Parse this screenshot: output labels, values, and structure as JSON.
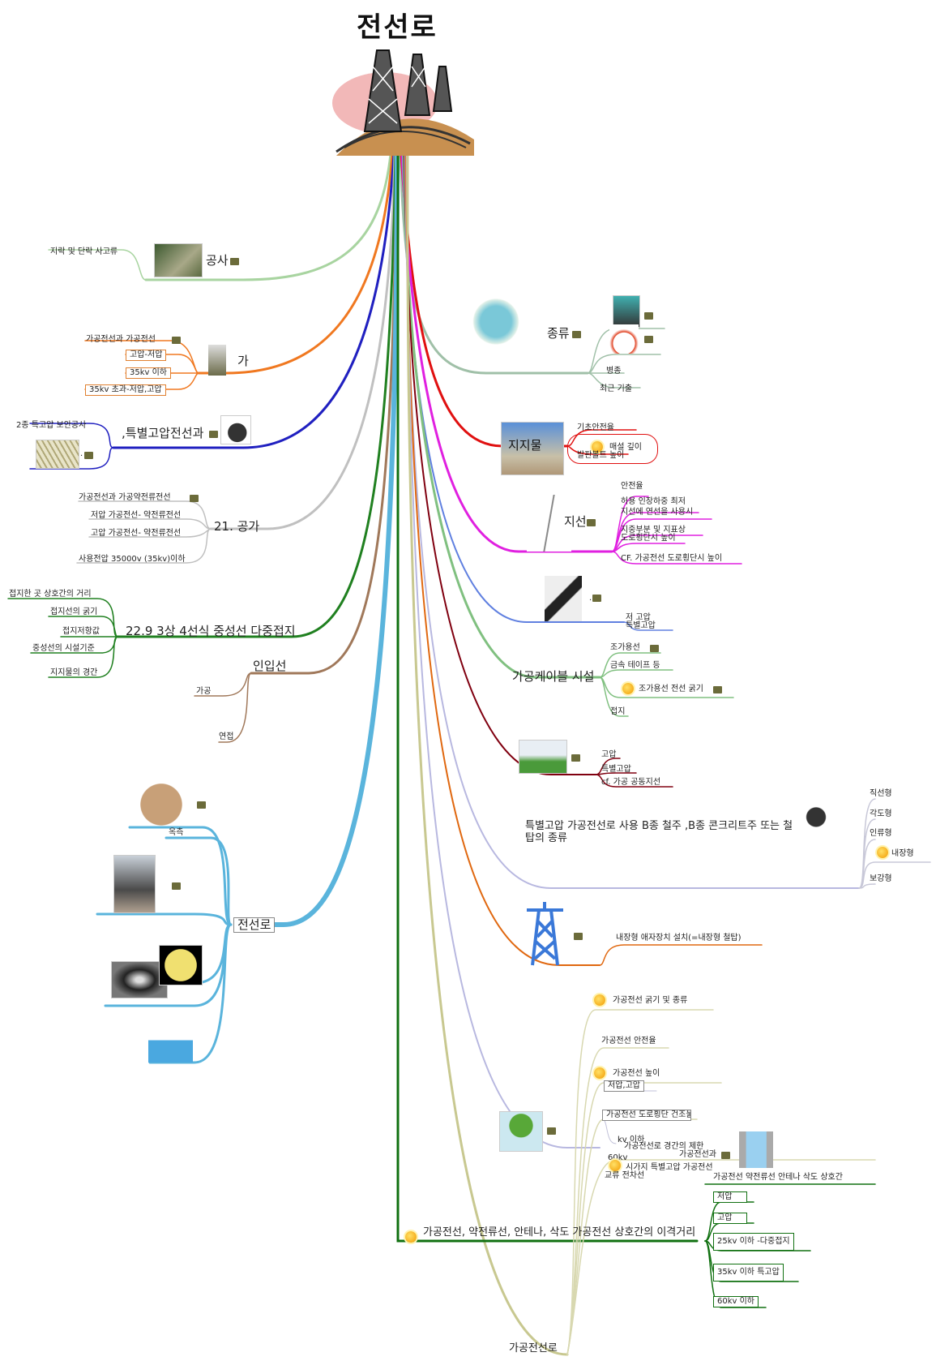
{
  "title": "전선로",
  "center_image": "transmission-towers-illustration",
  "colors": {
    "gongsa": "#a8d4a0",
    "ga": "#f07820",
    "teukbyeol": "#2020c0",
    "gongga": "#c0c0c0",
    "jungseongseon": "#208020",
    "inipseon": "#a0785a",
    "jeonseonro": "#5ab4dc",
    "jongryu": "#a0c0a8",
    "jijimul": "#e01010",
    "jiseon": "#e020e0",
    "jeogoap": "#6080e0",
    "cable": "#80c080",
    "dark": "#800010",
    "steel": "#b8b8e0",
    "tower": "#e06810",
    "gagong": "#c8c890",
    "dist": "#107010"
  },
  "left": {
    "gongsa": {
      "label": "공사",
      "children": [
        "지락 및 단락 사고류"
      ]
    },
    "ga": {
      "label": "가",
      "children": [
        "가공전선과 가공전선",
        "고압-저압",
        "35kv 이하",
        "35kv 초과-저압,고압"
      ]
    },
    "teukbyeol": {
      "label": ",특별고압전선과",
      "children": [
        "2종 특고압 보안공사",
        "."
      ]
    },
    "gongga": {
      "label": "21. 공가",
      "children": [
        "가공전선과 가공약전류전선",
        "저압 가공전선- 약전류전선",
        "고압 가공전선- 약전류전선",
        "사용전압 35000v (35kv)이하"
      ]
    },
    "jungseong": {
      "label": "22.9  3상 4선식 중성선 다중접지",
      "children": [
        "접지한 곳 상호간의 거리",
        "접지선의 굵기",
        "접지저항값",
        "중성선의 시설기준",
        "지지물의 경간"
      ]
    },
    "inip": {
      "label": "인입선",
      "children": [
        "가공",
        "연접"
      ]
    },
    "jeonseonro": {
      "label": "전선로",
      "children": [
        "옥측",
        "."
      ]
    }
  },
  "right": {
    "jongryu": {
      "label": "종류",
      "children": [
        ".",
        ".",
        "",
        "병종",
        "최근 기출"
      ]
    },
    "jijimul": {
      "label": "지지물",
      "children": [
        "기초안전율",
        "매설 깊이",
        "발판볼트 높이"
      ]
    },
    "jiseon": {
      "label": "지선",
      "children": [
        "안전율",
        "허용 인장하중 최저",
        "지선에 연선을 사용시",
        "지중부분 및 지표상",
        "도로횡단시 높이",
        "CF. 가공전선 도로횡단시 높이"
      ]
    },
    "jeogoap": {
      "label": ".",
      "children": [
        "저 고압",
        "특별고압"
      ]
    },
    "cable": {
      "label": "가공케이블 시설",
      "children": [
        "조가용선",
        "금속 테이프 등",
        "조가용선 전선 굵기",
        "접지"
      ]
    },
    "dark": {
      "label": ".",
      "children": [
        "고압",
        "특별고압",
        "cf. 가공 공동지선"
      ]
    },
    "steel": {
      "label": "특별고압 가공전선로 사용 B종 철주 ,B종 콘크리트주 또는 철탑의 종류",
      "children": [
        "직선형",
        "각도형",
        "인류형",
        "내장형",
        "보강형"
      ]
    },
    "tower": {
      "label": ".",
      "children": [
        "내장형 애자장치 설치(=내장형 철탑)"
      ]
    },
    "gagong": {
      "label": "가공전선로",
      "children": [
        "가공전선 굵기 및 종류",
        "가공전선 안전율",
        "가공전선 높이",
        "저압,고압",
        "가공전선 도로횡단 건조물 접근",
        "kv 이하",
        "가공전선로 경간의 제한",
        "60kv",
        "가공전선과",
        "시가지 특별고압 가공전선",
        "교류 전차선"
      ]
    },
    "dist": {
      "label": "가공전선, 약전류선, 안테나, 삭도 가공전선 상호간의 이격거리",
      "children": [
        "가공전선 약전류선 안테나 삭도 상호간",
        "저압",
        "고압",
        "25kv 이하 -다중접지",
        "35kv 이하 특고압",
        "60kv 이하"
      ]
    }
  }
}
